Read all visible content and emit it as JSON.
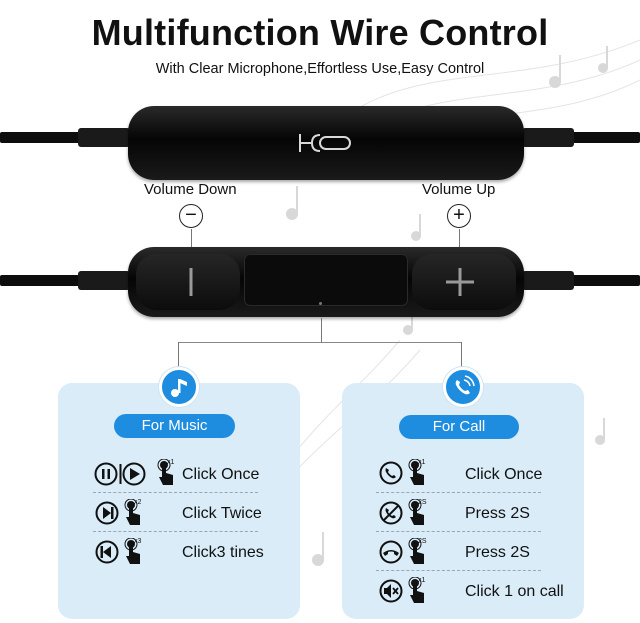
{
  "header": {
    "title": "Multifunction Wire Control",
    "subtitle": "With Clear Microphone,Effortless Use,Easy Control"
  },
  "volume": {
    "down_label": "Volume Down",
    "down_symbol": "−",
    "up_label": "Volume Up",
    "up_symbol": "+"
  },
  "music_panel": {
    "title": "For Music",
    "rows": [
      {
        "action": "Click Once",
        "badge": "x1"
      },
      {
        "action": "Click Twice",
        "badge": "x2"
      },
      {
        "action": "Click3 tines",
        "badge": "x3"
      }
    ]
  },
  "call_panel": {
    "title": "For Call",
    "rows": [
      {
        "action": "Click Once",
        "badge": "x1"
      },
      {
        "action": "Press 2S",
        "badge": "2S"
      },
      {
        "action": "Press 2S",
        "badge": "2S"
      },
      {
        "action": "Click 1 on call",
        "badge": "x1"
      }
    ]
  },
  "colors": {
    "accent": "#1e8de0",
    "panel_bg": "#d9ecf8",
    "remote": "#0d0d0d"
  },
  "icons": {
    "mic": "microphone-icon",
    "music": "music-note-icon",
    "call": "phone-ring-icon",
    "play_pause": "play-pause-icon",
    "next": "next-track-icon",
    "prev": "previous-track-icon",
    "answer": "answer-call-icon",
    "reject": "reject-call-icon",
    "hangup": "hang-up-icon",
    "mute": "mute-icon",
    "press": "finger-press-icon"
  }
}
